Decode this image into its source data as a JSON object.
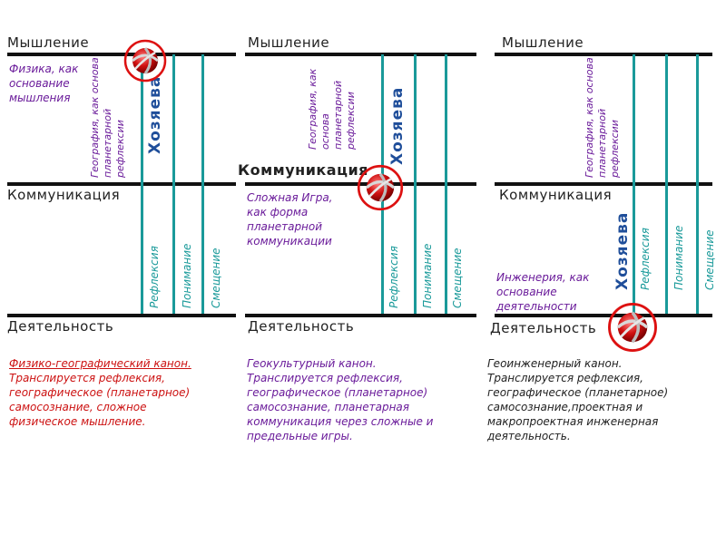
{
  "panels": [
    {
      "mind_label": "Мышление",
      "comm_label": "Коммуникация",
      "act_label": "Деятельность",
      "mind_note": [
        "Физика, как",
        "основание",
        "мышления"
      ],
      "geo_rotated": "География, как основа планетарной рефлексии",
      "host_label": "Хозяева",
      "vertical_labels": [
        "Рефлексия",
        "Понимание",
        "Смещение"
      ],
      "canon_lines": [
        "Физико-географический канон.",
        "Транслируется рефлексия,",
        "географическое (планетарное)",
        "самосознание, сложное",
        "физическое мышление."
      ]
    },
    {
      "mind_label": "Мышление",
      "comm_label": "Коммуникация",
      "act_label": "Деятельность",
      "comm_note": [
        "Сложная Игра,",
        "как форма",
        "планетарной",
        "коммуникации"
      ],
      "geo_rotated": "География, как основа планетарной рефлексии",
      "host_label": "Хозяева",
      "vertical_labels": [
        "Рефлексия",
        "Понимание",
        "Смещение"
      ],
      "canon_lines": [
        "Геокультурный канон.",
        "Транслируется рефлексия,",
        "географическое (планетарное)",
        "самосознание, планетарная",
        "коммуникация через сложные и",
        "предельные игры."
      ]
    },
    {
      "mind_label": "Мышление",
      "comm_label": "Коммуникация",
      "act_label": "Деятельность",
      "act_note": [
        "Инженерия, как",
        "основание",
        "деятельности"
      ],
      "geo_rotated": "География, как основа планетарной рефлексии",
      "host_label": "Хозяева",
      "vertical_labels": [
        "Рефлексия",
        "Понимание",
        "Смещение"
      ],
      "canon_lines": [
        "Геоинженерный канон.",
        "Транслируется рефлексия,",
        "географическое (планетарное)",
        "самосознание,проектная и",
        "макропроектная инженерная",
        "деятельность."
      ]
    }
  ],
  "colors": {
    "teal_line": "#1a9a9a",
    "purple_text": "#6a1b9a",
    "red_text": "#cc1111",
    "host_blue": "#1f4e9a",
    "marker_red": "#dd1111"
  }
}
